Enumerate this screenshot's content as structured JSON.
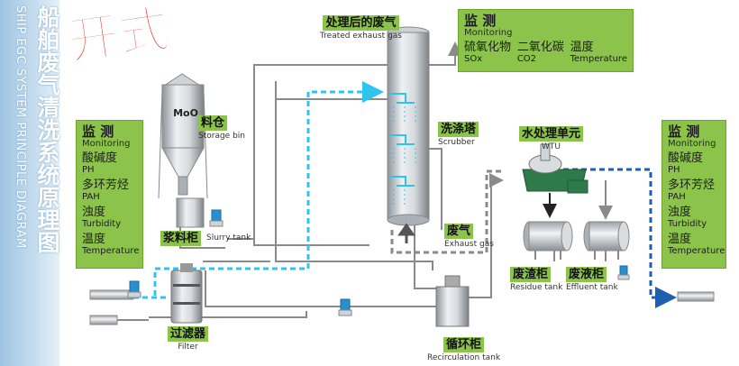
{
  "sidebar": {
    "title_cn": "船舶废气清洗系统原理图",
    "title_en": "SHIP EGC SYSTEM PRINCIPLE DIAGRAM"
  },
  "stamp": "开式",
  "monitor_left": {
    "title": "监 测",
    "title_en": "Monitoring",
    "items": [
      {
        "cn": "酸碱度",
        "en": "PH"
      },
      {
        "cn": "多环芳烃",
        "en": "PAH"
      },
      {
        "cn": "浊度",
        "en": "Turbidity"
      },
      {
        "cn": "温度",
        "en": "Temperature"
      }
    ]
  },
  "monitor_top": {
    "title": "监 测",
    "title_en": "Monitoring",
    "items": [
      {
        "cn": "硫氧化物",
        "en": "SOx"
      },
      {
        "cn": "二氧化碳",
        "en": "CO2"
      },
      {
        "cn": "温度",
        "en": "Temperature"
      }
    ]
  },
  "monitor_right": {
    "title": "监 测",
    "title_en": "Monitoring",
    "items": [
      {
        "cn": "酸碱度",
        "en": "PH"
      },
      {
        "cn": "多环芳烃",
        "en": "PAH"
      },
      {
        "cn": "浊度",
        "en": "Turbidity"
      },
      {
        "cn": "温度",
        "en": "Temperature"
      }
    ]
  },
  "labels": {
    "treated_gas": {
      "cn": "处理后的废气",
      "en": "Treated exhaust gas"
    },
    "storage_bin": {
      "cn": "料仓",
      "en": "Storage bin"
    },
    "moo": "MoO",
    "scrubber": {
      "cn": "洗涤塔",
      "en": "Scrubber"
    },
    "wtu": {
      "cn": "水处理单元",
      "en": "WTU"
    },
    "slurry_tank": {
      "cn": "浆料柜",
      "en": "Slurry tank"
    },
    "exhaust_gas": {
      "cn": "废气",
      "en": "Exhaust gas"
    },
    "residue_tank": {
      "cn": "废渣柜",
      "en": "Residue  tank"
    },
    "effluent_tank": {
      "cn": "废液柜",
      "en": "Effluent tank"
    },
    "filter": {
      "cn": "过滤器",
      "en": "Filter"
    },
    "recirculation_tank": {
      "cn": "循环柜",
      "en": "Recirculation tank"
    }
  },
  "colors": {
    "cyan_flow": "#2ec4ef",
    "blue_flow": "#1f5fb0",
    "grey_pipe": "#8a8a8a",
    "monitor_green": "#8cc34a",
    "stamp_red": "#e3261c"
  }
}
